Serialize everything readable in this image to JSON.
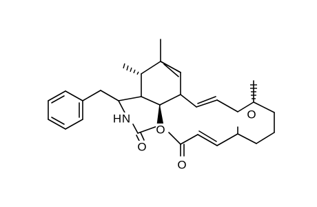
{
  "structure": {
    "atoms": {
      "nitrogen": "N",
      "hydrogen": "H",
      "lactam_oxygen": "O",
      "ester_oxygen": "O",
      "carbonyl_oxygen": "O",
      "ether_oxygen": "O"
    },
    "colors": {
      "bond": "#000000",
      "background": "#ffffff"
    }
  }
}
